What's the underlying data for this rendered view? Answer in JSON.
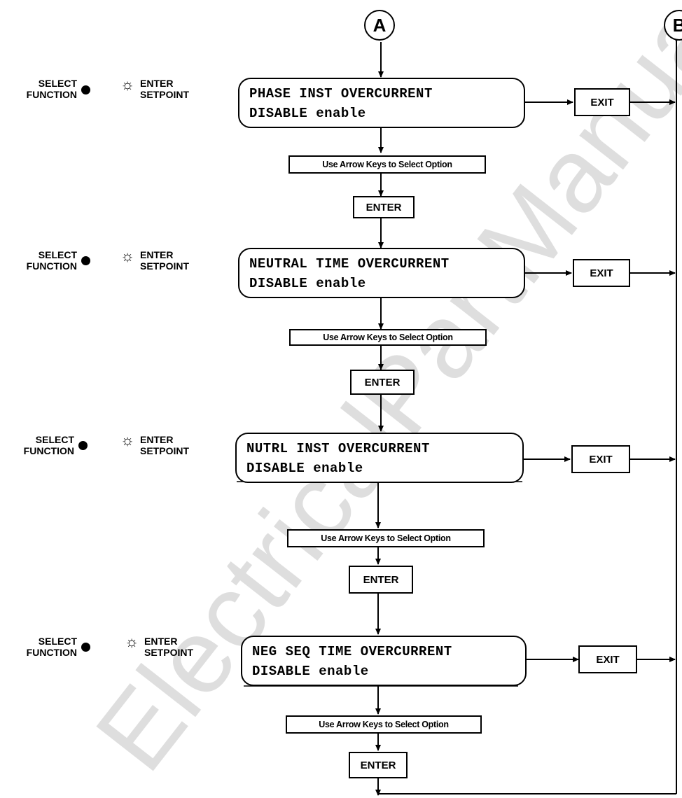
{
  "connectors": {
    "top_left": "A",
    "top_right": "B"
  },
  "indicator": {
    "select": "SELECT",
    "function": "FUNCTION",
    "enter": "ENTER",
    "setpoint": "SETPOINT"
  },
  "screens": [
    {
      "line1": "PHASE INST OVERCURRENT",
      "line2": "DISABLE enable"
    },
    {
      "line1": "NEUTRAL TIME OVERCURRENT",
      "line2": "DISABLE enable"
    },
    {
      "line1": "NUTRL INST OVERCURRENT",
      "line2": "DISABLE enable"
    },
    {
      "line1": "NEG SEQ TIME OVERCURRENT",
      "line2": "DISABLE enable"
    }
  ],
  "notes": [
    "Use Arrow Keys to Select Option",
    "Use Arrow Keys to Select Option",
    "Use Arrow Keys to Select Option",
    "Use Arrow Keys to Select Option"
  ],
  "keys": {
    "enter": "ENTER",
    "exit": "EXIT"
  },
  "watermark": "ElectricalPartManuals"
}
